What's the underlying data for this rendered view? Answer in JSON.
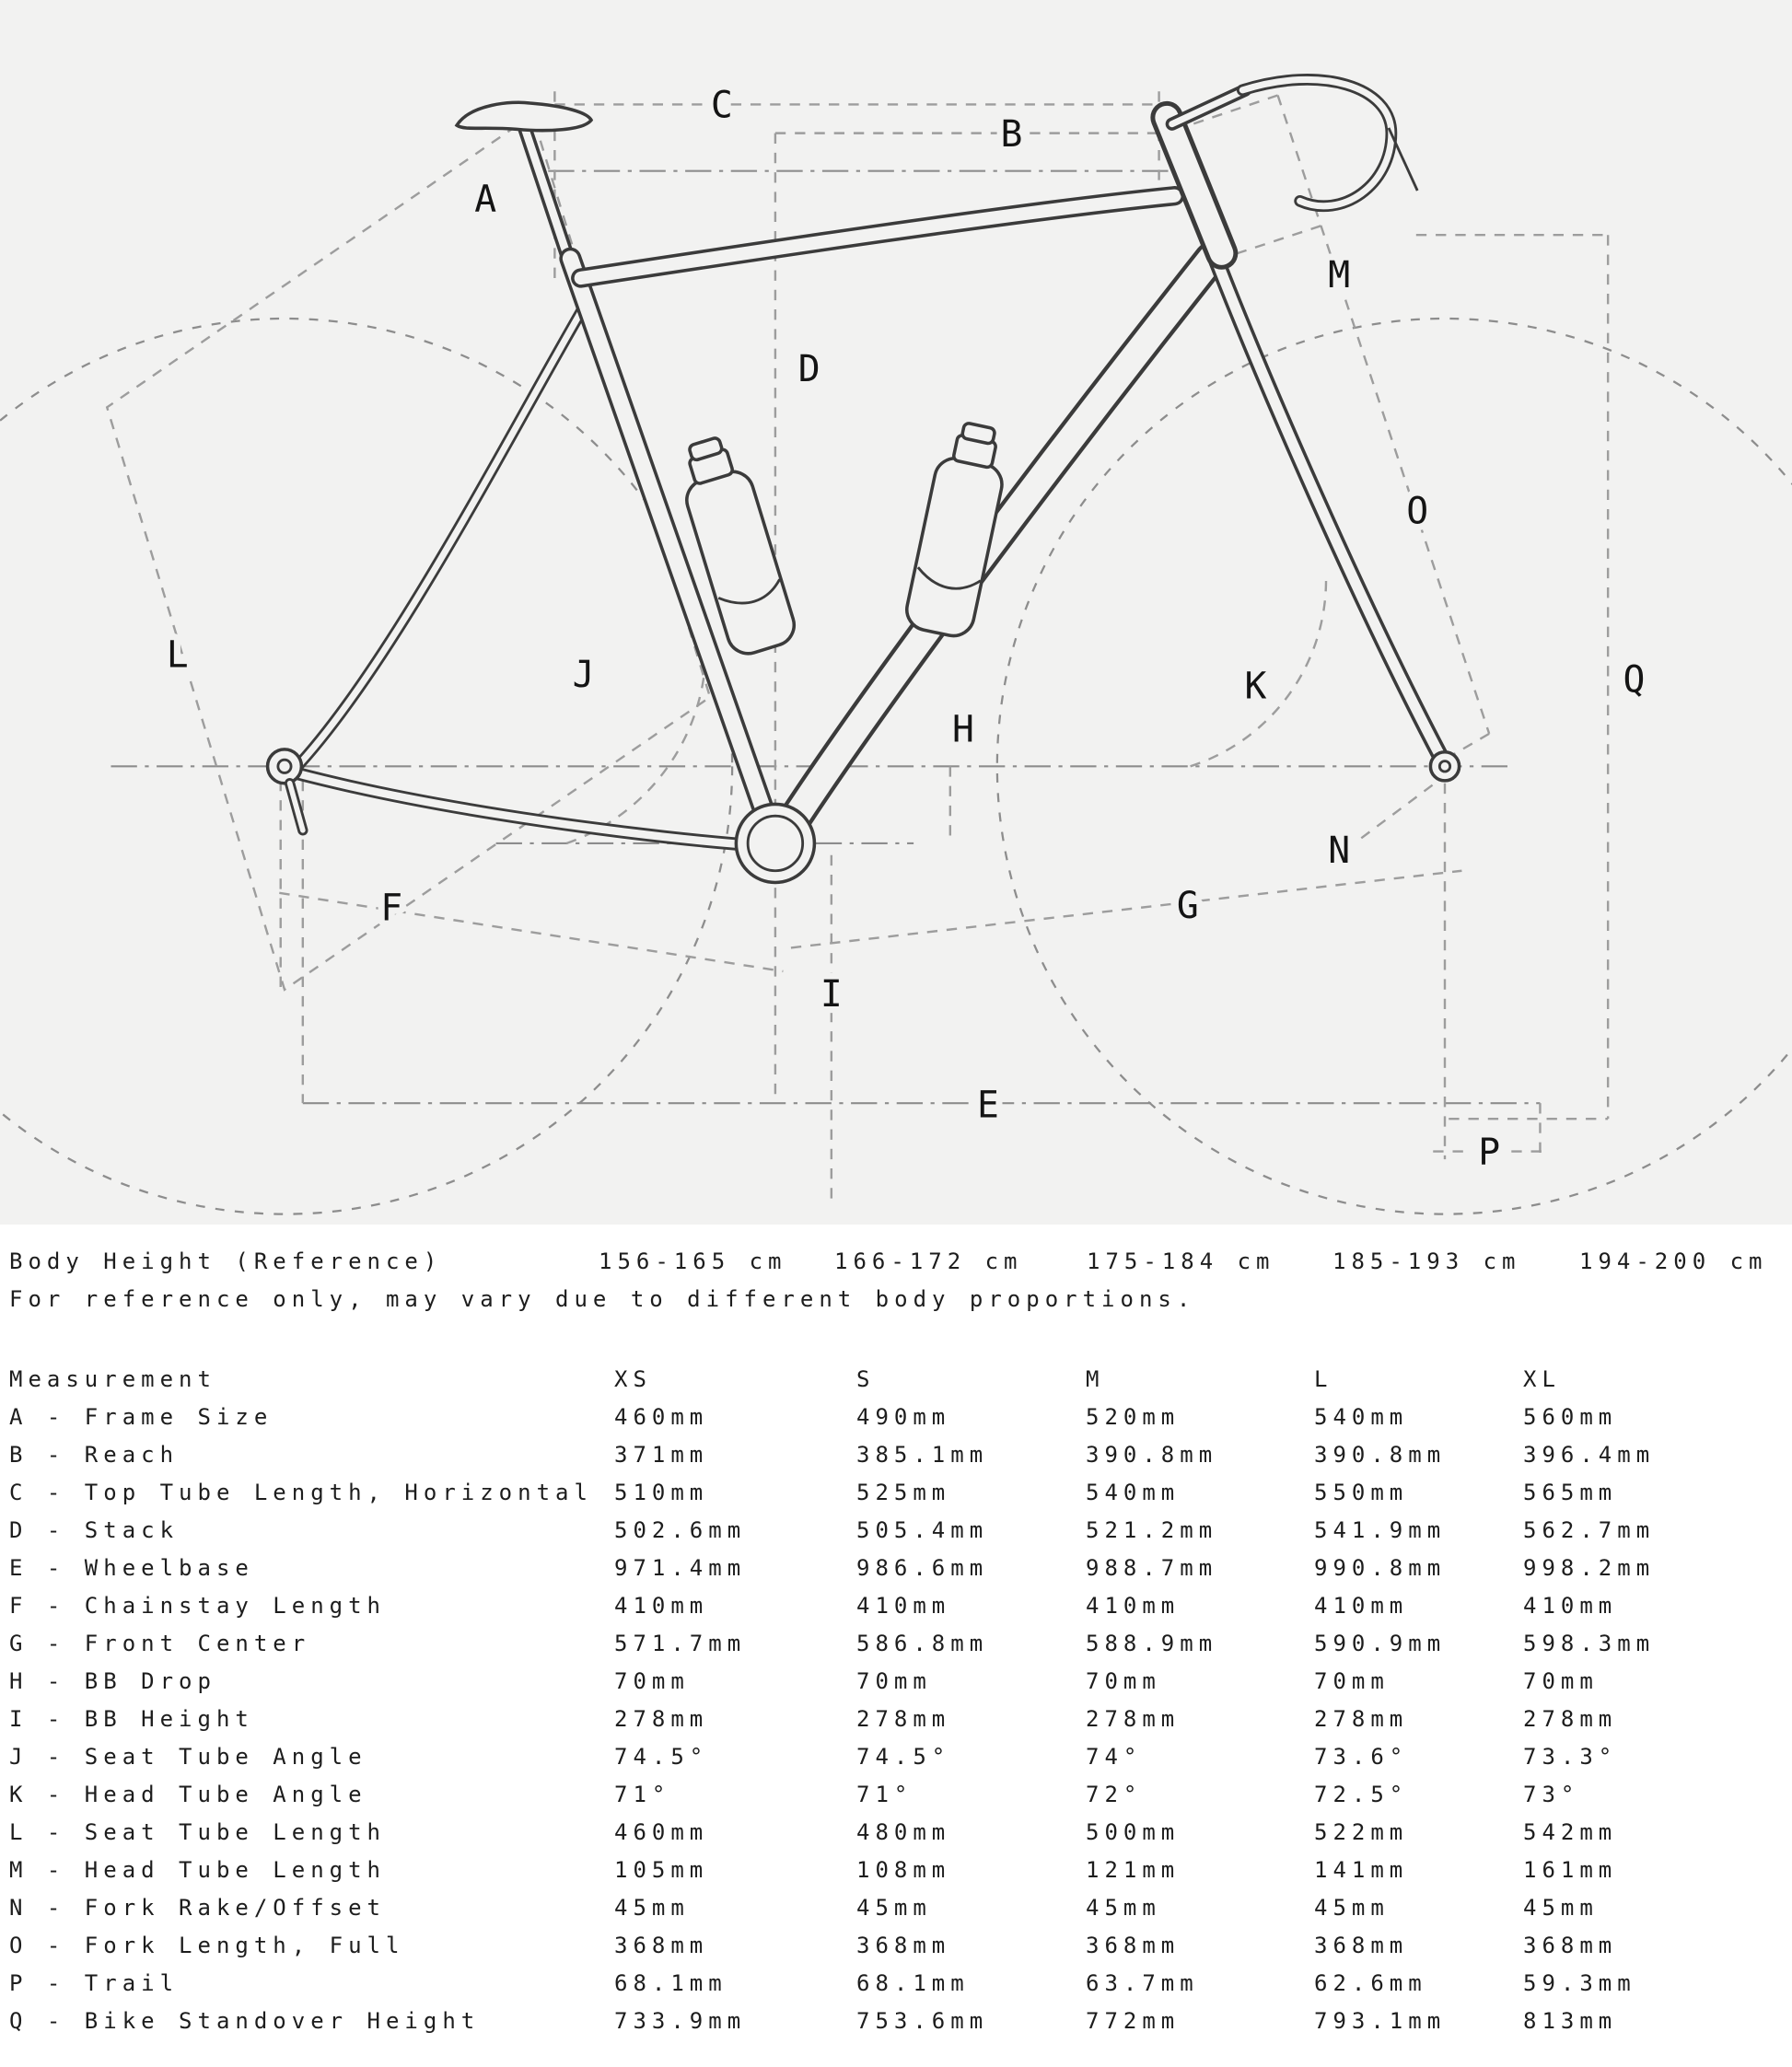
{
  "diagram": {
    "labels": [
      "A",
      "B",
      "C",
      "D",
      "E",
      "F",
      "G",
      "H",
      "I",
      "J",
      "K",
      "L",
      "M",
      "N",
      "O",
      "P",
      "Q"
    ]
  },
  "body_height": {
    "label": "Body Height (Reference)",
    "values": [
      "156-165 cm",
      "166-172 cm",
      "175-184 cm",
      "185-193 cm",
      "194-200 cm"
    ],
    "note": "For reference only, may vary due to different body proportions."
  },
  "table": {
    "header": [
      "Measurement",
      "XS",
      "S",
      "M",
      "L",
      "XL"
    ],
    "rows": [
      {
        "label": "A - Frame Size",
        "values": [
          "460mm",
          "490mm",
          "520mm",
          "540mm",
          "560mm"
        ]
      },
      {
        "label": "B - Reach",
        "values": [
          "371mm",
          "385.1mm",
          "390.8mm",
          "390.8mm",
          "396.4mm"
        ]
      },
      {
        "label": "C - Top Tube Length, Horizontal",
        "values": [
          "510mm",
          "525mm",
          "540mm",
          "550mm",
          "565mm"
        ]
      },
      {
        "label": "D - Stack",
        "values": [
          "502.6mm",
          "505.4mm",
          "521.2mm",
          "541.9mm",
          "562.7mm"
        ]
      },
      {
        "label": "E - Wheelbase",
        "values": [
          "971.4mm",
          "986.6mm",
          "988.7mm",
          "990.8mm",
          "998.2mm"
        ]
      },
      {
        "label": "F - Chainstay Length",
        "values": [
          "410mm",
          "410mm",
          "410mm",
          "410mm",
          "410mm"
        ]
      },
      {
        "label": "G - Front Center",
        "values": [
          "571.7mm",
          "586.8mm",
          "588.9mm",
          "590.9mm",
          "598.3mm"
        ]
      },
      {
        "label": "H - BB Drop",
        "values": [
          "70mm",
          "70mm",
          "70mm",
          "70mm",
          "70mm"
        ]
      },
      {
        "label": "I - BB Height",
        "values": [
          "278mm",
          "278mm",
          "278mm",
          "278mm",
          "278mm"
        ]
      },
      {
        "label": "J - Seat Tube Angle",
        "values": [
          "74.5°",
          "74.5°",
          "74°",
          "73.6°",
          "73.3°"
        ]
      },
      {
        "label": "K - Head Tube Angle",
        "values": [
          "71°",
          "71°",
          "72°",
          "72.5°",
          "73°"
        ]
      },
      {
        "label": "L - Seat Tube Length",
        "values": [
          "460mm",
          "480mm",
          "500mm",
          "522mm",
          "542mm"
        ]
      },
      {
        "label": "M - Head Tube Length",
        "values": [
          "105mm",
          "108mm",
          "121mm",
          "141mm",
          "161mm"
        ]
      },
      {
        "label": "N - Fork Rake/Offset",
        "values": [
          "45mm",
          "45mm",
          "45mm",
          "45mm",
          "45mm"
        ]
      },
      {
        "label": "O - Fork Length, Full",
        "values": [
          "368mm",
          "368mm",
          "368mm",
          "368mm",
          "368mm"
        ]
      },
      {
        "label": "P - Trail",
        "values": [
          "68.1mm",
          "68.1mm",
          "63.7mm",
          "62.6mm",
          "59.3mm"
        ]
      },
      {
        "label": "Q - Bike Standover Height",
        "values": [
          "733.9mm",
          "753.6mm",
          "772mm",
          "793.1mm",
          "813mm"
        ]
      }
    ]
  }
}
